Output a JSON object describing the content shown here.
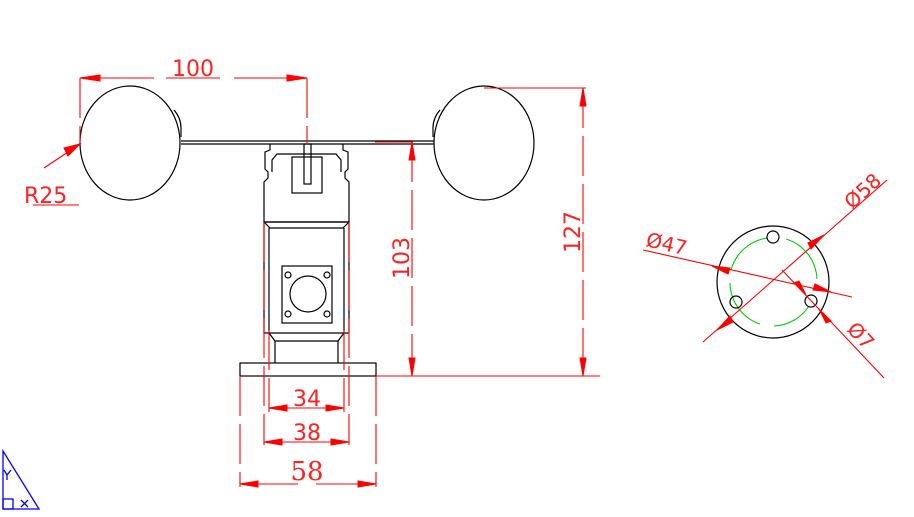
{
  "drawing": {
    "subject": "Cup anemometer",
    "colors": {
      "object": "#000000",
      "dimension": "#ff0000",
      "center_circle": "#00cc00",
      "ucs_icon": "#0000ff"
    },
    "front_view": {
      "dimensions": {
        "cup_spacing": "100",
        "cup_radius": "R25",
        "shaft_height": "103",
        "total_height": "127",
        "body_width_inner": "34",
        "body_width_outer": "38",
        "base_width": "58"
      }
    },
    "bottom_view": {
      "dimensions": {
        "outer_diameter": "Ø58",
        "bolt_circle_diameter": "Ø47",
        "hole_diameter": "Ø7"
      },
      "hole_count": 3
    },
    "ucs_icon": {
      "label_y": "Y",
      "label_x": "X"
    }
  }
}
